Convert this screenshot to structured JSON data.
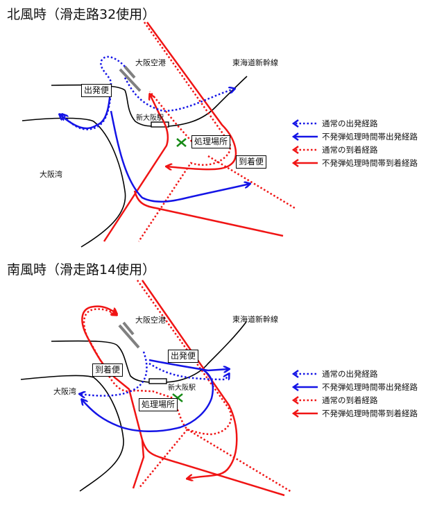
{
  "colors": {
    "departure": "#1414e6",
    "arrival": "#f01414",
    "rail": "#000000",
    "runway": "#808080",
    "disposal_mark": "#168a16"
  },
  "legend": [
    {
      "label": "通常の出発経路",
      "style": "dotted",
      "color": "#1414e6"
    },
    {
      "label": "不発弾処理時間帯出発経路",
      "style": "solid",
      "color": "#1414e6"
    },
    {
      "label": "通常の到着経路",
      "style": "dotted",
      "color": "#f01414"
    },
    {
      "label": "不発弾処理時間帯到着経路",
      "style": "solid",
      "color": "#f01414"
    }
  ],
  "north": {
    "title": "北風時（滑走路32使用）",
    "labels": {
      "airport": "大阪空港",
      "shinkansen": "東海道新幹線",
      "station": "新大阪駅",
      "bay": "大阪湾",
      "departure_box": "出発便",
      "arrival_box": "到着便",
      "disposal_box": "処理場所"
    }
  },
  "south": {
    "title": "南風時（滑走路14使用）",
    "labels": {
      "airport": "大阪空港",
      "shinkansen": "東海道新幹線",
      "station": "新大阪駅",
      "bay": "大阪湾",
      "departure_box": "出発便",
      "arrival_box": "到着便",
      "disposal_box": "処理場所"
    }
  }
}
